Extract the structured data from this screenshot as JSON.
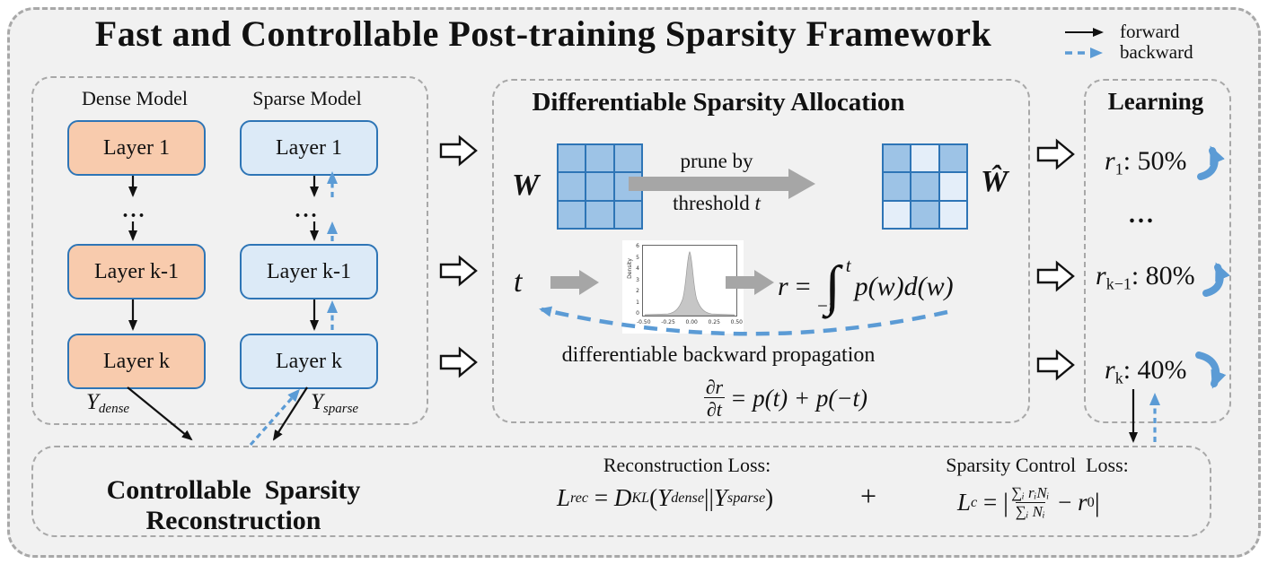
{
  "title": "Fast and Controllable Post-training Sparsity Framework",
  "legend": {
    "forward_label": "forward",
    "backward_label": "backward"
  },
  "colors": {
    "background": "#f1f1f1",
    "dashed_border": "#a8a8a8",
    "dense_fill": "#F8CBAD",
    "sparse_fill": "#DCEAF7",
    "box_border": "#2E75B6",
    "matrix_cell_kept": "#9DC3E6",
    "matrix_cell_pruned": "#E4EEF9",
    "gray_arrow": "#A6A6A6",
    "backward_blue": "#5B9BD5"
  },
  "dense_model": {
    "header": "Dense Model",
    "layers": [
      "Layer 1",
      "Layer k-1",
      "Layer k"
    ],
    "dots": "...",
    "out_var": "Y",
    "out_sub": "dense"
  },
  "sparse_model": {
    "header": "Sparse Model",
    "layers": [
      "Layer 1",
      "Layer k-1",
      "Layer k"
    ],
    "dots": "...",
    "out_var": "Y",
    "out_sub": "sparse"
  },
  "allocation": {
    "title": "Differentiable Sparsity Allocation",
    "w_label": "W",
    "w_hat_label": "Ŵ",
    "prune_line1": "prune by",
    "prune_line2_text": "threshold ",
    "prune_line2_var": "t",
    "w_matrix_cells": [
      [
        1,
        1,
        1
      ],
      [
        1,
        1,
        1
      ],
      [
        1,
        1,
        1
      ]
    ],
    "w_hat_matrix_cells": [
      [
        1,
        0,
        1
      ],
      [
        1,
        1,
        0
      ],
      [
        0,
        1,
        0
      ]
    ],
    "t_var": "t",
    "hist": {
      "ylabel": "Density",
      "yticks": [
        "0",
        "1",
        "2",
        "3",
        "4",
        "5",
        "6"
      ],
      "xticks": [
        "-0.50",
        "-0.25",
        "0.00",
        "0.25",
        "0.50"
      ]
    },
    "integral": {
      "lhs": "r",
      "eq": "=",
      "sym": "∫",
      "upper": "t",
      "lower": "−t",
      "body": "p(w)d(w)"
    },
    "backprop_label": "differentiable backward propagation",
    "partial": {
      "num": "∂r",
      "den": "∂t",
      "eq": "=",
      "rhs": "p(t) + p(−t)"
    }
  },
  "learning": {
    "title": "Learning",
    "dots": "...",
    "items": [
      {
        "var": "r",
        "sub": "1",
        "label": ": 50%",
        "trend": "up"
      },
      {
        "var": "r",
        "sub": "k−1",
        "label": ": 80%",
        "trend": "up"
      },
      {
        "var": "r",
        "sub": "k",
        "label": ": 40%",
        "trend": "down"
      }
    ]
  },
  "reconstruction": {
    "title": "Controllable  Sparsity Reconstruction",
    "rec_label": "Reconstruction Loss:",
    "rec_eq": {
      "lhs": "L",
      "lhs_sub": "rec",
      "eq": " = ",
      "op": "D",
      "op_sub": "KL",
      "open": "(",
      "y1": "Y",
      "y1_sub": "dense",
      "bars": "||",
      "y2": "Y",
      "y2_sub": "sparse",
      "close": ")"
    },
    "plus": "+",
    "ctrl_label": "Sparsity Control  Loss:",
    "ctrl_eq": {
      "lhs": "L",
      "lhs_sub": "c",
      "eq": " = ",
      "open_bar": "|",
      "num": "∑ᵢ rᵢNᵢ",
      "den": "∑ᵢ Nᵢ",
      "minus": " − ",
      "r0_var": "r",
      "r0_sub": "0",
      "close_bar": "|"
    }
  }
}
